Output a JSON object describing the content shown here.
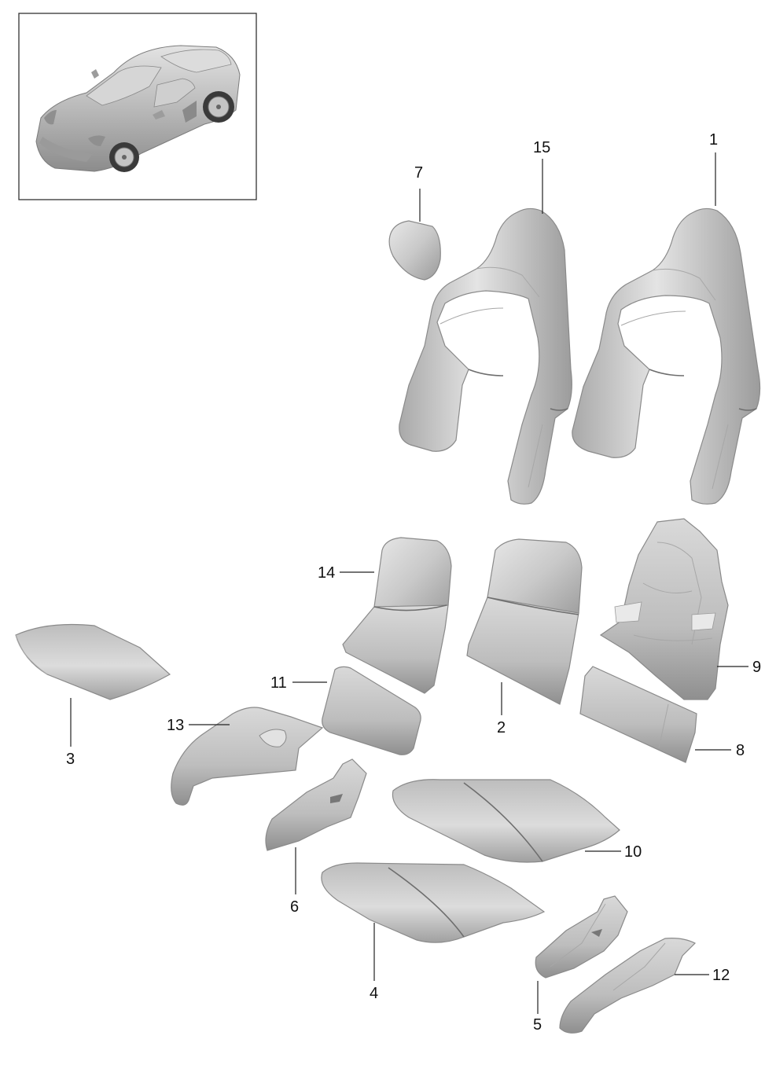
{
  "diagram": {
    "callouts": [
      {
        "id": "c1",
        "label": "1"
      },
      {
        "id": "c2",
        "label": "2"
      },
      {
        "id": "c3",
        "label": "3"
      },
      {
        "id": "c4",
        "label": "4"
      },
      {
        "id": "c5",
        "label": "5"
      },
      {
        "id": "c6",
        "label": "6"
      },
      {
        "id": "c7",
        "label": "7"
      },
      {
        "id": "c8",
        "label": "8"
      },
      {
        "id": "c9",
        "label": "9"
      },
      {
        "id": "c10",
        "label": "10"
      },
      {
        "id": "c11",
        "label": "11"
      },
      {
        "id": "c12",
        "label": "12"
      },
      {
        "id": "c13",
        "label": "13"
      },
      {
        "id": "c14",
        "label": "14"
      },
      {
        "id": "c15",
        "label": "15"
      }
    ],
    "colors": {
      "part_fill": "#c9c9c9",
      "part_light": "#e6e6e6",
      "part_dark": "#9d9d9d",
      "line": "#222222",
      "car_body": "#b9b9b9"
    }
  }
}
